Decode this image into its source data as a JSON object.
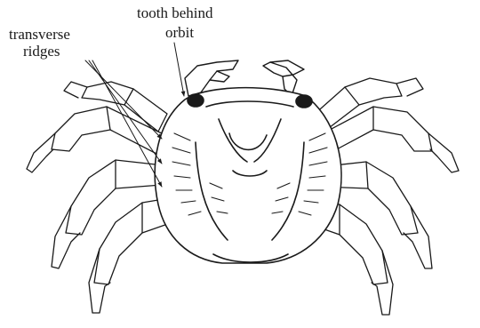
{
  "diagram": {
    "subject": "crab-dorsal-view",
    "labels": {
      "tooth_line1": "tooth behind",
      "tooth_line2": "orbit",
      "ridges_line1": "transverse",
      "ridges_line2": "ridges"
    },
    "colors": {
      "ink": "#1a1a1a",
      "background": "#ffffff"
    }
  }
}
